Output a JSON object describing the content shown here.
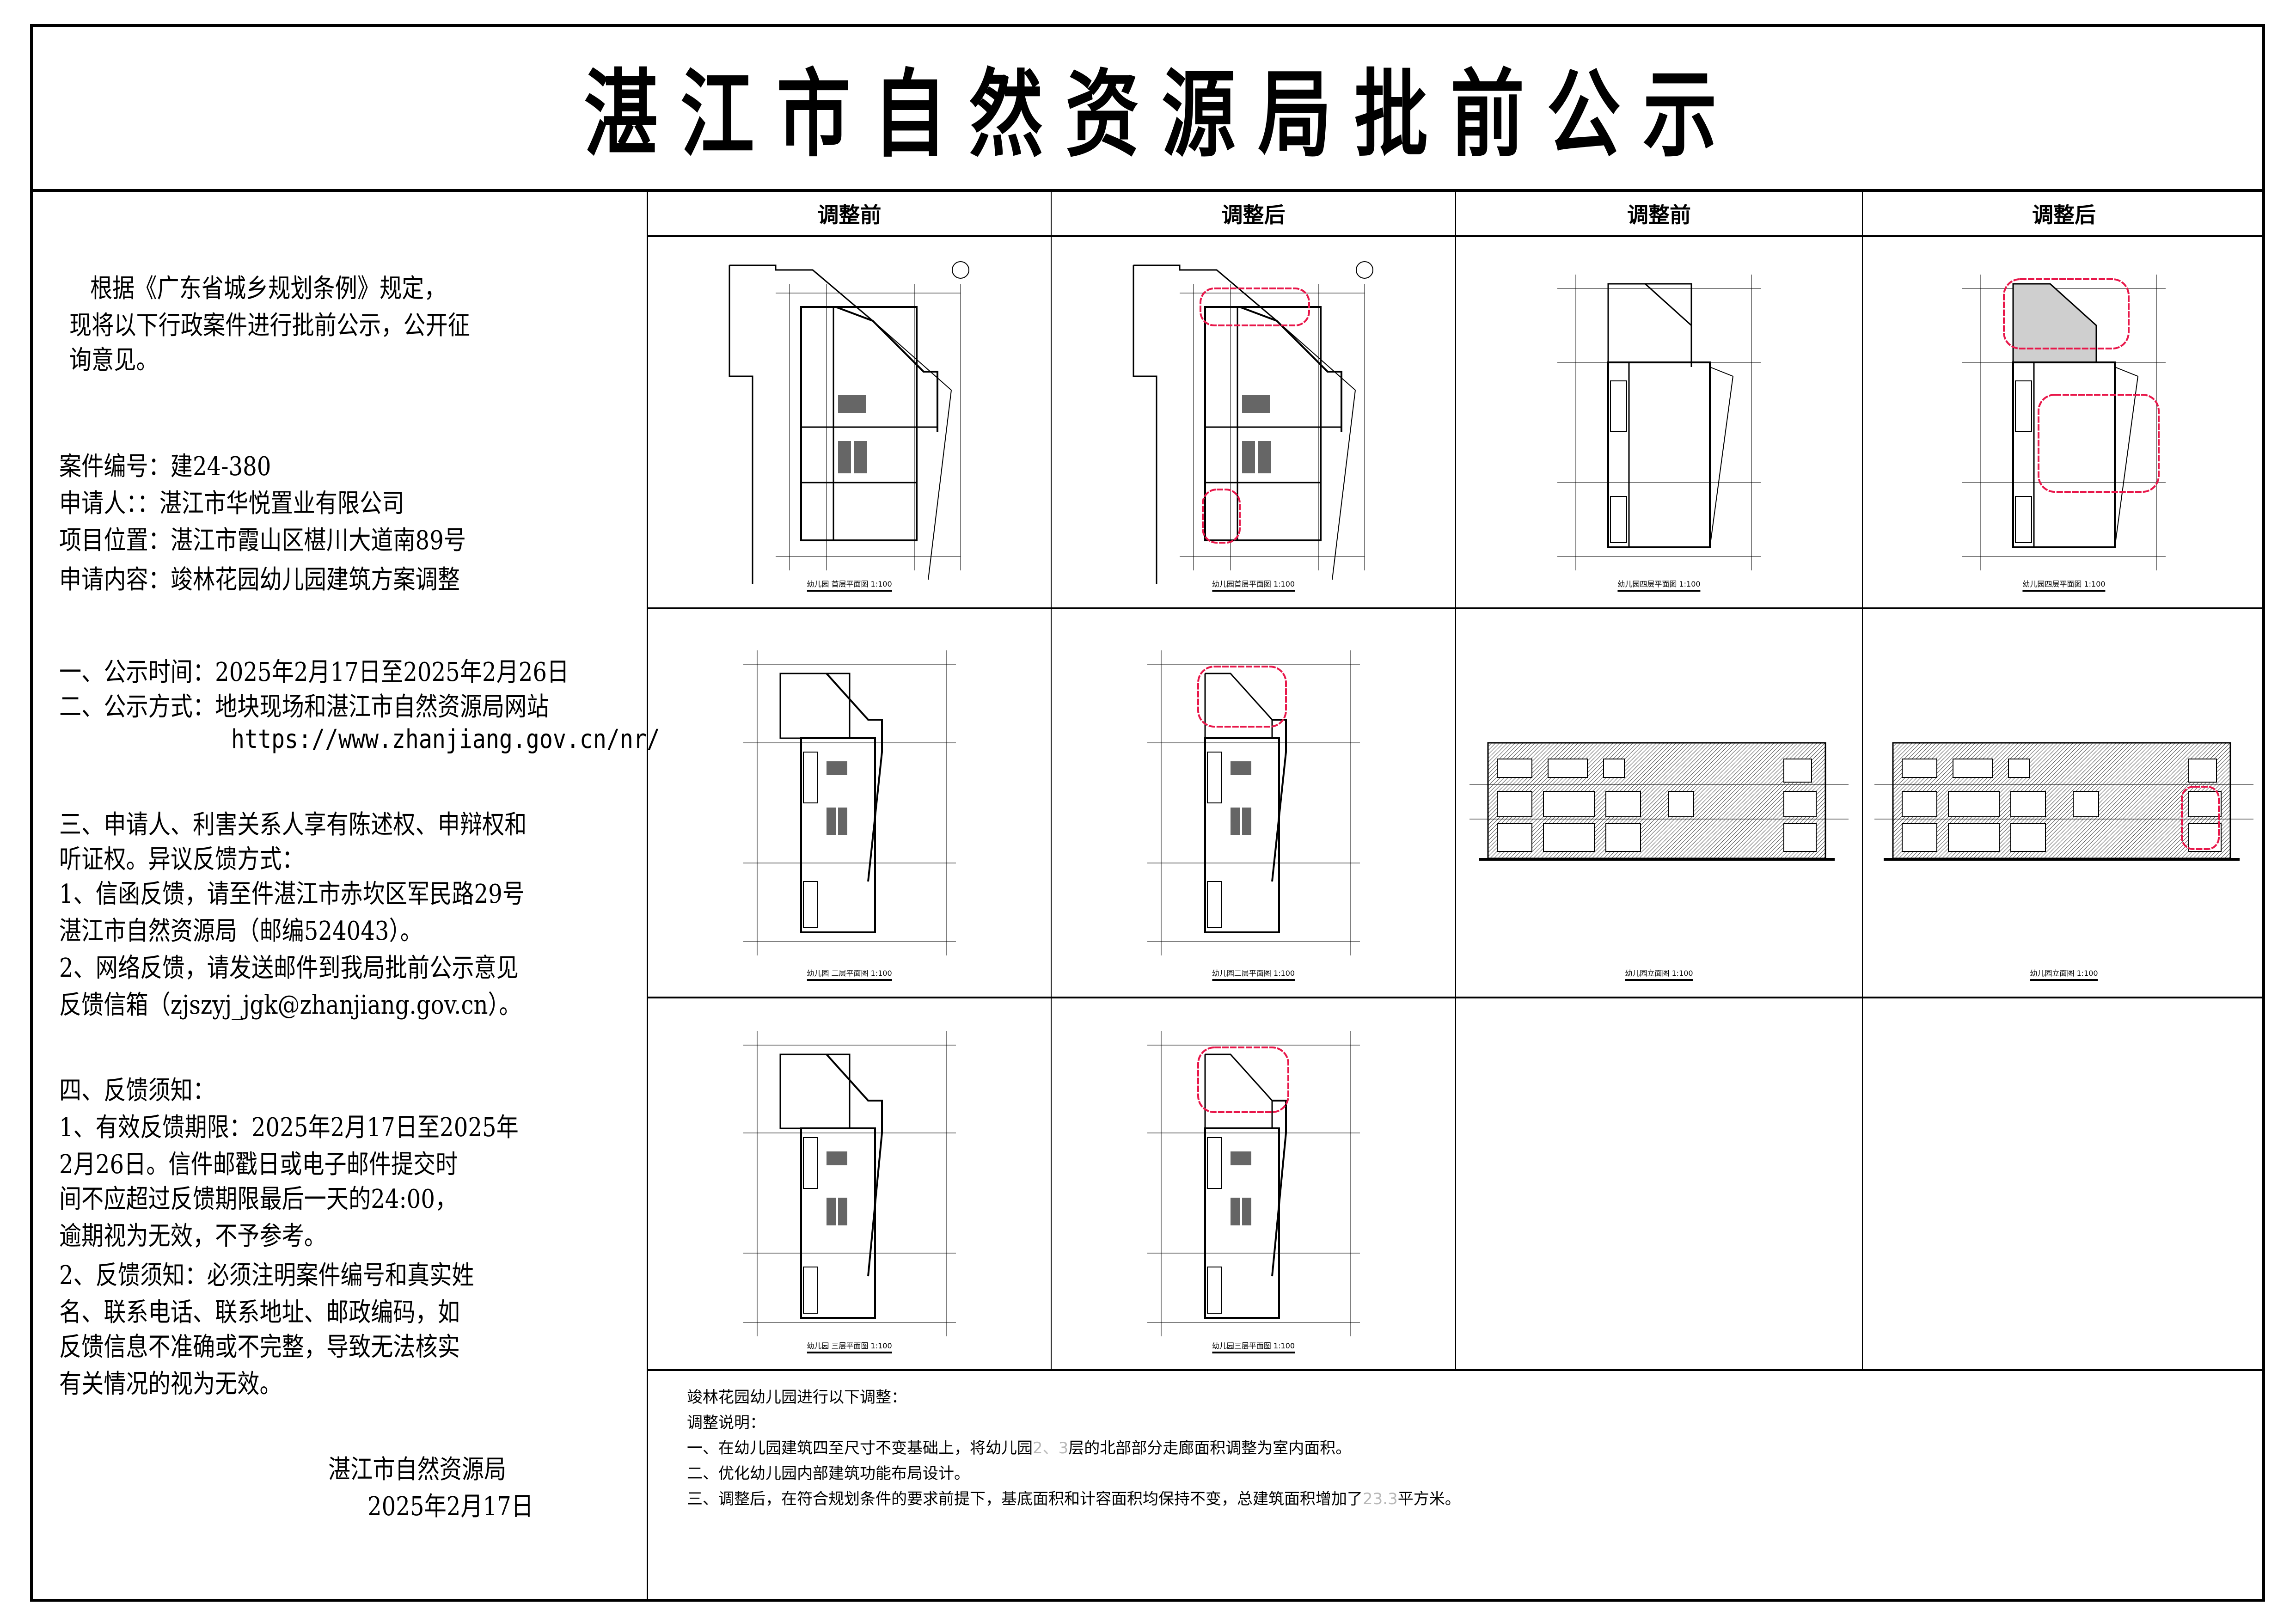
{
  "title": "湛江市自然资源局批前公示",
  "left_panel": {
    "intro_lines": [
      "根据《广东省城乡规划条例》规定，",
      "现将以下行政案件进行批前公示，公开征",
      " 询意见。"
    ],
    "case_info": {
      "case_number_label": "案件编号：",
      "case_number": "建24-380",
      "applicant_label": "申请人：：",
      "applicant": "湛江市华悦置业有限公司",
      "location_label": "项目位置：",
      "location": "湛江市霞山区椹川大道南89号",
      "content_label": "申请内容：",
      "content": "竣林花园幼儿园建筑方案调整"
    },
    "section1": "一、公示时间：2025年2月17日至2025年2月26日",
    "section2": "二、公示方式：地块现场和湛江市自然资源局网站",
    "section2_url": "https://www.zhanjiang.gov.cn/nr/",
    "section3_lines": [
      "三、申请人、利害关系人享有陈述权、申辩权和",
      "听证权。异议反馈方式：",
      "1、信函反馈，请至件湛江市赤坎区军民路29号",
      "湛江市自然资源局（邮编524043）。",
      "2、网络反馈，请发送邮件到我局批前公示意见",
      "反馈信箱（zjszyj_jgk@zhanjiang.gov.cn）。"
    ],
    "section4_lines": [
      "四、反馈须知：",
      "1、有效反馈期限：2025年2月17日至2025年",
      "2月26日。信件邮戳日或电子邮件提交时",
      "间不应超过反馈期限最后一天的24:00，",
      "逾期视为无效，不予参考。",
      "2、反馈须知：必须注明案件编号和真实姓",
      "名、联系电话、联系地址、邮政编码，如",
      "反馈信息不准确或不完整，导致无法核实",
      "有关情况的视为无效。"
    ],
    "signature": "湛江市自然资源局",
    "date": "2025年2月17日"
  },
  "grid": {
    "headers": [
      "调整前",
      "调整后",
      "调整前",
      "调整后"
    ],
    "cells": [
      {
        "row": 1,
        "col": 1,
        "type": "floor-plan",
        "caption": "幼儿园 首层平面图 1:100",
        "revision_clouds": 0
      },
      {
        "row": 1,
        "col": 2,
        "type": "floor-plan",
        "caption": "幼儿园首层平面图 1:100",
        "revision_clouds": 2
      },
      {
        "row": 1,
        "col": 3,
        "type": "floor-plan",
        "caption": "幼儿园四层平面图 1:100",
        "revision_clouds": 0
      },
      {
        "row": 1,
        "col": 4,
        "type": "floor-plan",
        "caption": "幼儿园四层平面图 1:100",
        "revision_clouds": 2
      },
      {
        "row": 2,
        "col": 1,
        "type": "floor-plan",
        "caption": "幼儿园 二层平面图 1:100",
        "revision_clouds": 0
      },
      {
        "row": 2,
        "col": 2,
        "type": "floor-plan",
        "caption": "幼儿园二层平面图 1:100",
        "revision_clouds": 1
      },
      {
        "row": 2,
        "col": 3,
        "type": "elevation",
        "caption": "幼儿园立面图 1:100",
        "revision_clouds": 0
      },
      {
        "row": 2,
        "col": 4,
        "type": "elevation",
        "caption": "幼儿园立面图 1:100",
        "revision_clouds": 1
      },
      {
        "row": 3,
        "col": 1,
        "type": "floor-plan",
        "caption": "幼儿园 三层平面图 1:100",
        "revision_clouds": 0
      },
      {
        "row": 3,
        "col": 2,
        "type": "floor-plan",
        "caption": "幼儿园三层平面图 1:100",
        "revision_clouds": 1
      },
      {
        "row": 3,
        "col": 3,
        "type": "empty",
        "caption": "",
        "revision_clouds": 0
      },
      {
        "row": 3,
        "col": 4,
        "type": "empty",
        "caption": "",
        "revision_clouds": 0
      }
    ]
  },
  "notes": {
    "heading": "竣林花园幼儿园进行以下调整：",
    "subheading": "调整说明：",
    "item1_pre": "一、在幼儿园建筑四至尺寸不变基础上，将幼儿园",
    "item1_gray": "2、3",
    "item1_post": "层的北部部分走廊面积调整为室内面积。",
    "item2": "二、优化幼儿园内部建筑功能布局设计。",
    "item3_pre": "三、调整后，在符合规划条件的要求前提下，基底面积和计容面积均保持不变，总建筑面积增加了",
    "item3_gray": "23.3",
    "item3_post": "平方米。"
  },
  "colors": {
    "revision_cloud": "#e8174a",
    "line": "#000000",
    "gray_text": "#b9b9b9"
  }
}
